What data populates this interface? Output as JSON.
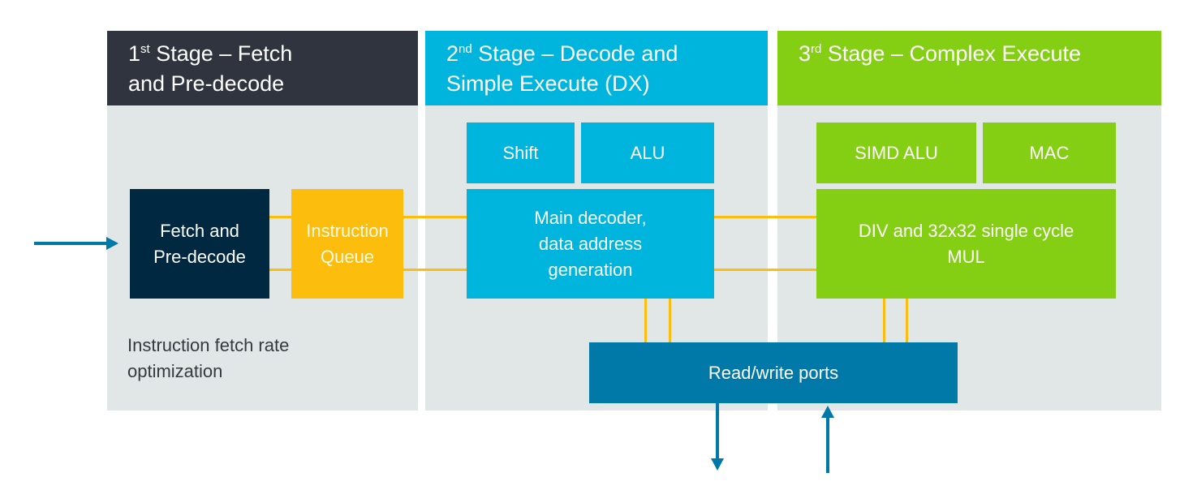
{
  "stages": [
    {
      "number": "1",
      "suffix": "st",
      "title_line1": " Stage – Fetch",
      "title_line2": "and Pre-decode"
    },
    {
      "number": "2",
      "suffix": "nd",
      "title_line1": " Stage – Decode and",
      "title_line2": "Simple Execute (DX)"
    },
    {
      "number": "3",
      "suffix": "rd",
      "title_line1": " Stage – Complex Execute",
      "title_line2": ""
    }
  ],
  "blocks": {
    "fetch": {
      "line1": "Fetch and",
      "line2": "Pre-decode"
    },
    "queue": {
      "line1": "Instruction",
      "line2": "Queue"
    },
    "shift": "Shift",
    "alu": "ALU",
    "decoder": {
      "line1": "Main decoder,",
      "line2": "data address",
      "line3": "generation"
    },
    "simd_alu": "SIMD ALU",
    "mac": "MAC",
    "div_mul": {
      "line1": "DIV and 32x32 single cycle",
      "line2": "MUL"
    },
    "ports": "Read/write ports"
  },
  "note": {
    "line1": "Instruction fetch rate",
    "line2": "optimization"
  },
  "colors": {
    "stage_bg": "#e1e6e7",
    "stage1_header": "#2f343f",
    "stage2_header": "#00b5dd",
    "stage3_header": "#84cf14",
    "fetch_block": "#002841",
    "queue_block": "#fdbd0d",
    "ports_block": "#0079a8",
    "wire": "#fdbd0d",
    "arrow": "#0079a8"
  }
}
